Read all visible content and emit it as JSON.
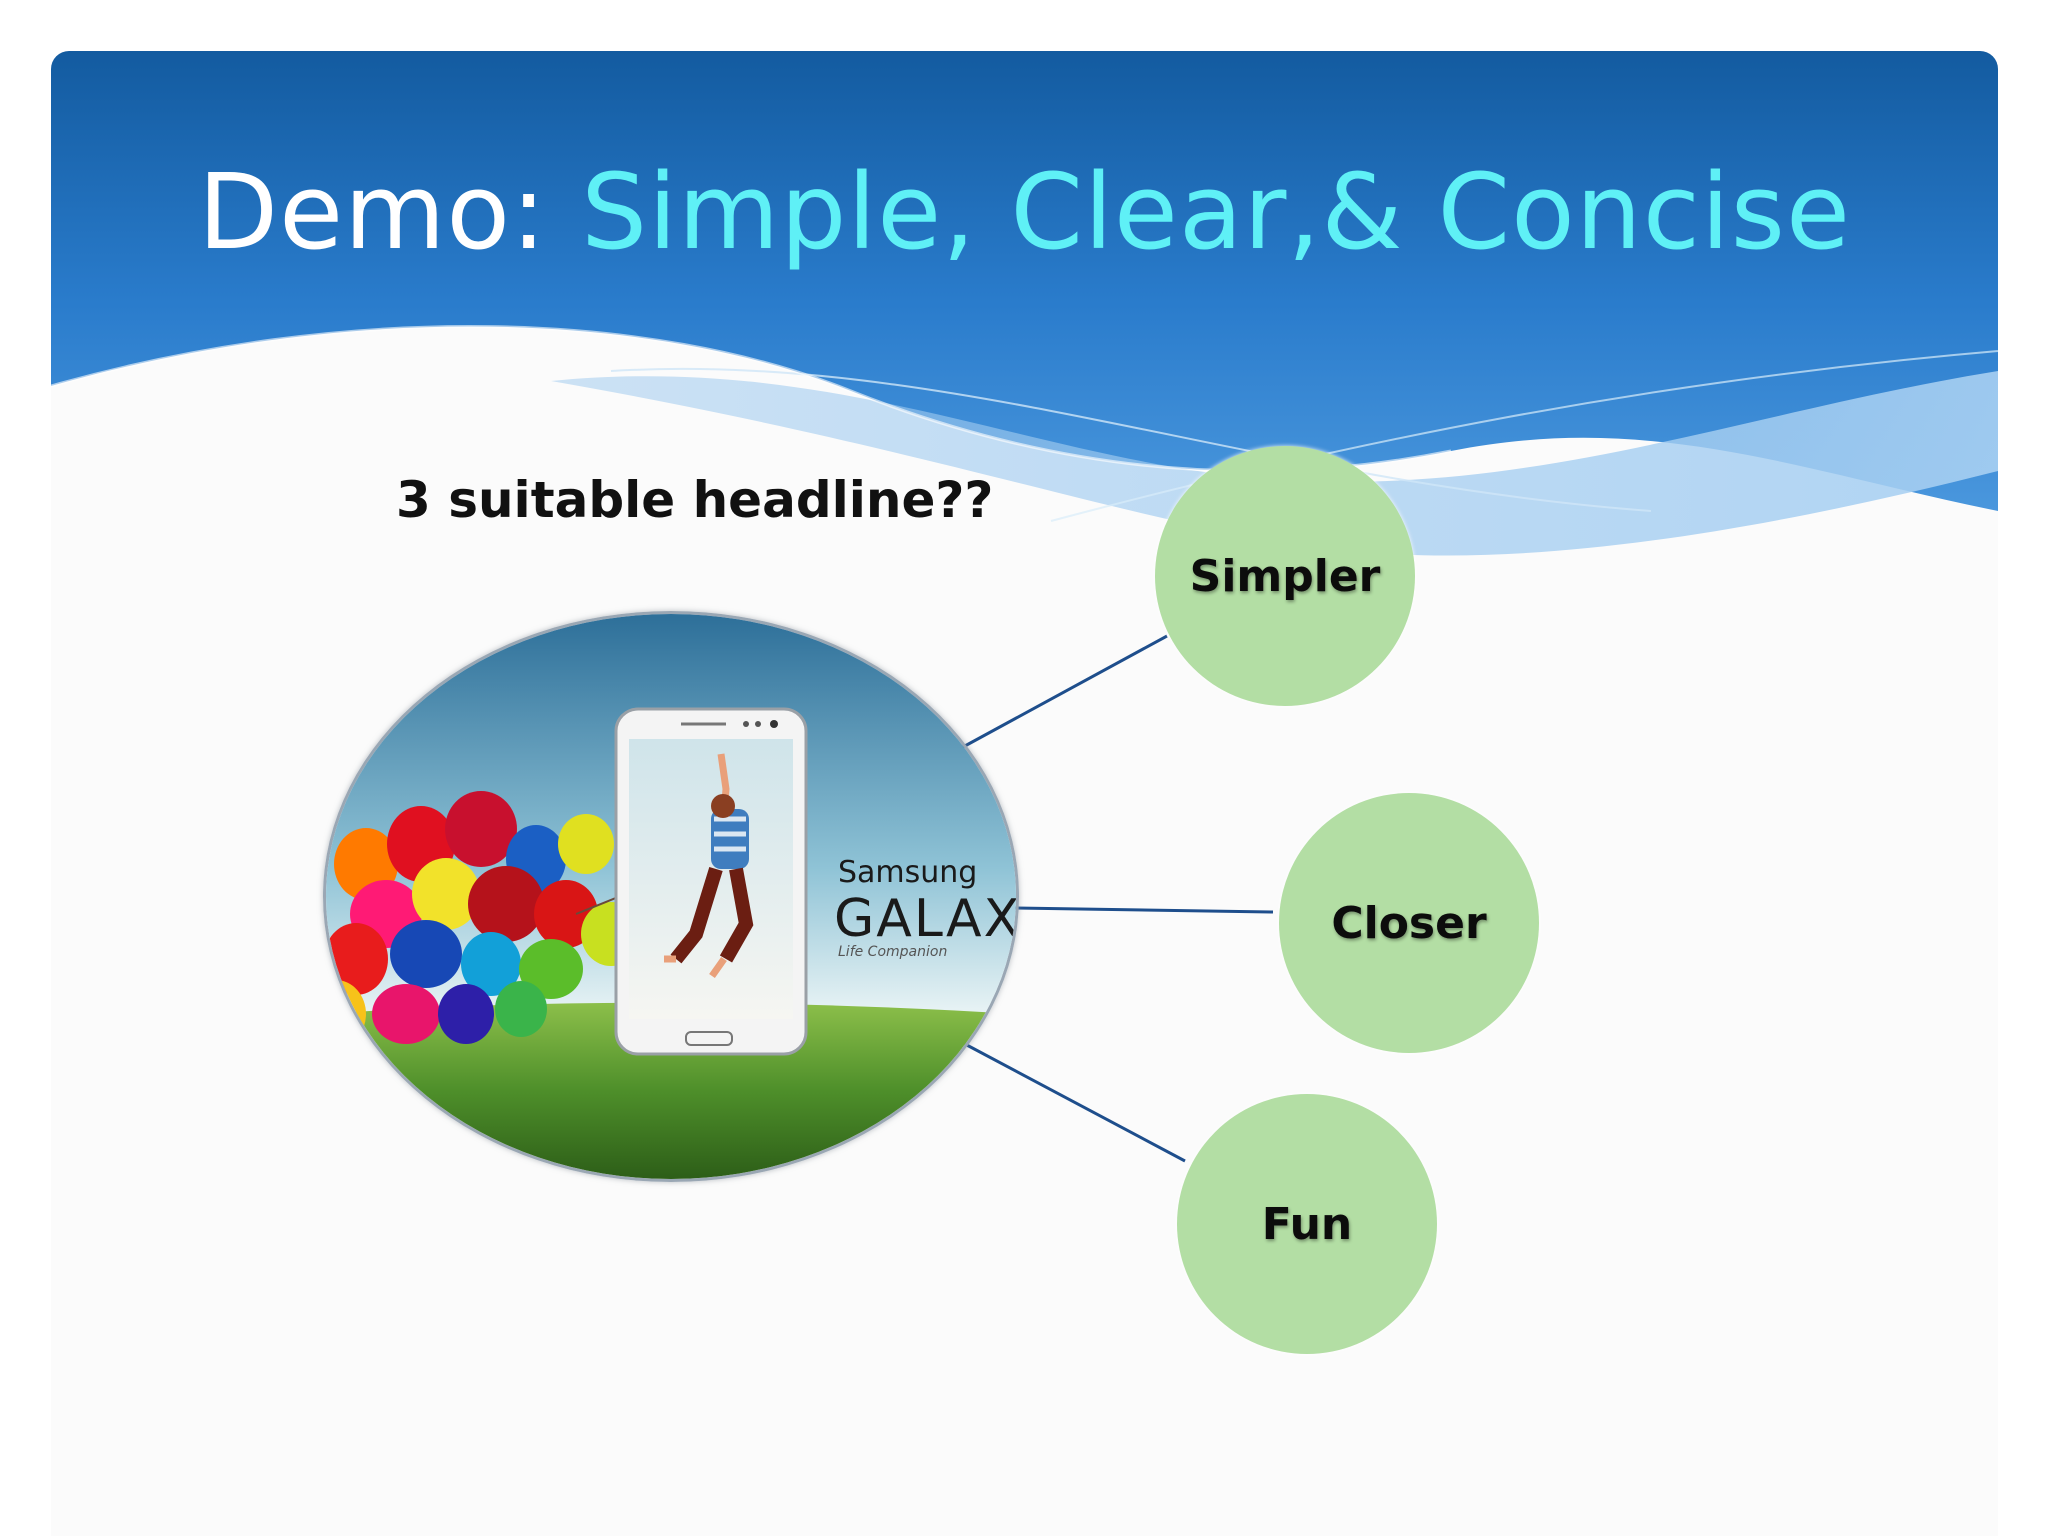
{
  "slide": {
    "title_prefix": "Demo:",
    "title_highlight": "Simple, Clear,& Concise",
    "subheading": "3 suitable headline??",
    "colors": {
      "header_blue": "#1f69b3",
      "title_highlight": "#5ff0f6",
      "bubble_green": "#b3dea4",
      "connector": "#1e4e8c"
    }
  },
  "image": {
    "brand_name": "Samsung",
    "product_name": "GALAX",
    "tagline": "Life Companion"
  },
  "bubbles": [
    {
      "label": "Simpler"
    },
    {
      "label": "Closer"
    },
    {
      "label": "Fun"
    }
  ]
}
